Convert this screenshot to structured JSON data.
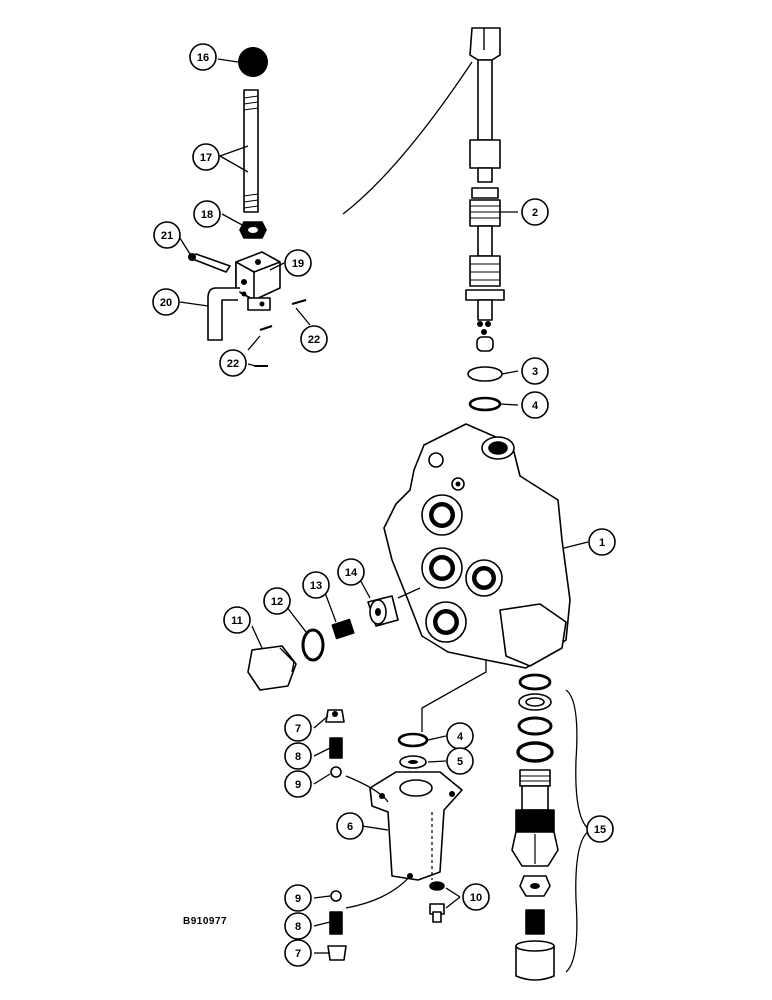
{
  "figure_code": "B910977",
  "callouts": {
    "c1": "1",
    "c2": "2",
    "c3": "3",
    "c4a": "4",
    "c4b": "4",
    "c5": "5",
    "c6": "6",
    "c7a": "7",
    "c7b": "7",
    "c8a": "8",
    "c8b": "8",
    "c9a": "9",
    "c9b": "9",
    "c10": "10",
    "c11": "11",
    "c12": "12",
    "c13": "13",
    "c14": "14",
    "c15": "15",
    "c16": "16",
    "c17": "17",
    "c18": "18",
    "c19": "19",
    "c20": "20",
    "c21": "21",
    "c22a": "22",
    "c22b": "22"
  }
}
